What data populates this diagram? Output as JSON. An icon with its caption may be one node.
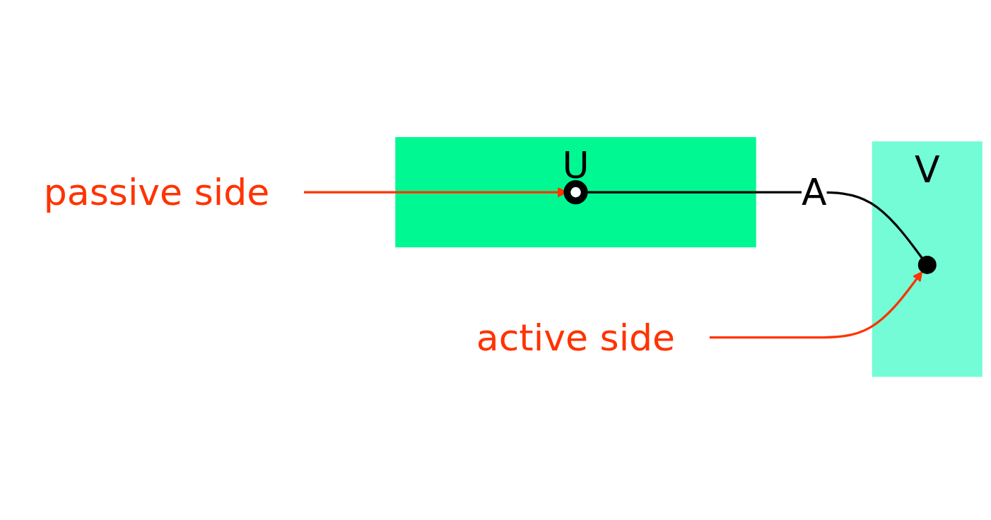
{
  "diagram": {
    "nodes": [
      {
        "text": [
          "U"
        ]
      },
      {
        "text": [
          "V"
        ]
      },
      {
        "text": [],
        "shape": "circle",
        "in": 0
      },
      {
        "text": [],
        "shape": "circle",
        "in": 1
      },
      {
        "text": [
          "passive side"
        ]
      },
      {
        "text": [
          "active side"
        ]
      }
    ],
    "edges": [
      {
        "from": 2,
        "to": 3,
        "arrow": "none",
        "label": "A",
        "color": "#000000"
      },
      {
        "from": 4,
        "to": 2,
        "arrow": "to",
        "color": "#ff3300"
      },
      {
        "from": 5,
        "to": 3,
        "arrow": "to",
        "color": "#ff3300"
      }
    ]
  }
}
